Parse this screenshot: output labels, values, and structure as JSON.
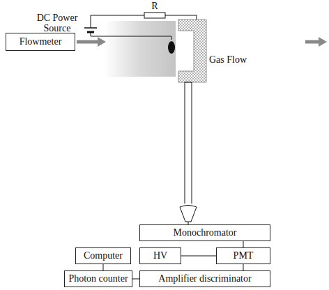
{
  "diagram": {
    "nodes": [
      {
        "text": [
          "Flowmeter"
        ]
      },
      {
        "text": [
          "Monochromator"
        ]
      },
      {
        "text": [
          "Computer"
        ]
      },
      {
        "text": [
          "HV"
        ]
      },
      {
        "text": [
          "PMT"
        ]
      },
      {
        "text": [
          "Photon counter"
        ]
      },
      {
        "text": [
          "Amplifier discriminator"
        ]
      }
    ],
    "edges": [
      {
        "from": 1,
        "to": 4,
        "arrow": "none"
      },
      {
        "from": 3,
        "to": 4,
        "arrow": "none"
      },
      {
        "from": 2,
        "to": 5,
        "arrow": "none"
      },
      {
        "from": 5,
        "to": 6,
        "arrow": "none"
      },
      {
        "from": 4,
        "to": 6,
        "arrow": "none"
      }
    ],
    "labels": [
      "DC Power Source",
      "R",
      "Gas Flow"
    ]
  }
}
